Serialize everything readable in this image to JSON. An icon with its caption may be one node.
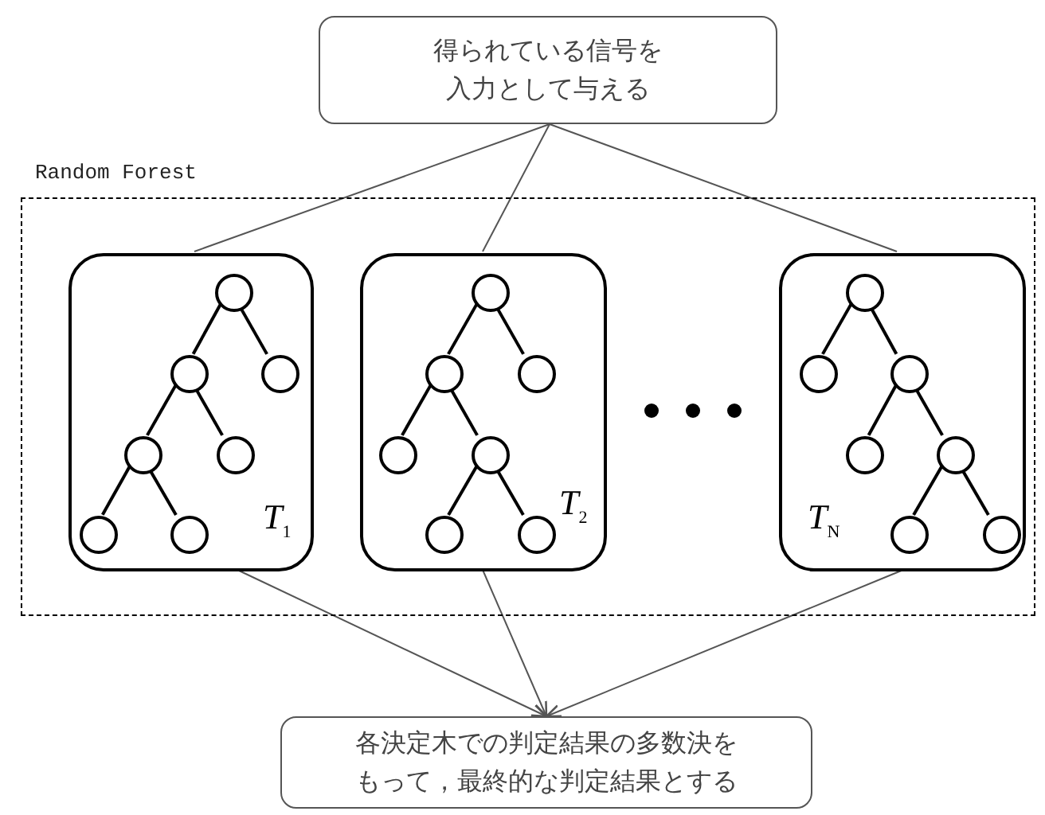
{
  "diagram": {
    "nodes": [
      {
        "text": [
          "得られている信号を入力として与える"
        ]
      },
      {
        "text": [
          "Random Forest"
        ]
      },
      {
        "text": [
          "*T*$_{1}$"
        ],
        "in": 1
      },
      {
        "text": [],
        "shape": "circle",
        "in": 2
      },
      {
        "text": [],
        "shape": "circle",
        "in": 2
      },
      {
        "text": [],
        "shape": "circle",
        "in": 2
      },
      {
        "text": [],
        "shape": "circle",
        "in": 2
      },
      {
        "text": [],
        "shape": "circle",
        "in": 2
      },
      {
        "text": [],
        "shape": "circle",
        "in": 2
      },
      {
        "text": [],
        "shape": "circle",
        "in": 2
      },
      {
        "text": [
          "*T*$_{2}$"
        ],
        "in": 1
      },
      {
        "text": [],
        "shape": "circle",
        "in": 10
      },
      {
        "text": [],
        "shape": "circle",
        "in": 10
      },
      {
        "text": [],
        "shape": "circle",
        "in": 10
      },
      {
        "text": [],
        "shape": "circle",
        "in": 10
      },
      {
        "text": [],
        "shape": "circle",
        "in": 10
      },
      {
        "text": [],
        "shape": "circle",
        "in": 10
      },
      {
        "text": [],
        "shape": "circle",
        "in": 10
      },
      {
        "text": [
          "*T*$_{N}$"
        ],
        "in": 1
      },
      {
        "text": [],
        "shape": "circle",
        "in": 18
      },
      {
        "text": [],
        "shape": "circle",
        "in": 18
      },
      {
        "text": [],
        "shape": "circle",
        "in": 18
      },
      {
        "text": [],
        "shape": "circle",
        "in": 18
      },
      {
        "text": [],
        "shape": "circle",
        "in": 18
      },
      {
        "text": [],
        "shape": "circle",
        "in": 18
      },
      {
        "text": [],
        "shape": "circle",
        "in": 18
      },
      {
        "text": [
          "各決定木での判定結果の多数決をもって，最終的な判定結果とする"
        ]
      }
    ],
    "edges": [
      {
        "from": 0,
        "to": 2,
        "arrow": "none"
      },
      {
        "from": 0,
        "to": 10,
        "arrow": "none"
      },
      {
        "from": 0,
        "to": 18,
        "arrow": "none"
      },
      {
        "from": 3,
        "to": 4,
        "arrow": "none"
      },
      {
        "from": 3,
        "to": 5,
        "arrow": "none"
      },
      {
        "from": 4,
        "to": 6,
        "arrow": "none"
      },
      {
        "from": 4,
        "to": 7,
        "arrow": "none"
      },
      {
        "from": 6,
        "to": 8,
        "arrow": "none"
      },
      {
        "from": 6,
        "to": 9,
        "arrow": "none"
      },
      {
        "from": 11,
        "to": 12,
        "arrow": "none"
      },
      {
        "from": 11,
        "to": 13,
        "arrow": "none"
      },
      {
        "from": 12,
        "to": 14,
        "arrow": "none"
      },
      {
        "from": 12,
        "to": 15,
        "arrow": "none"
      },
      {
        "from": 15,
        "to": 16,
        "arrow": "none"
      },
      {
        "from": 15,
        "to": 17,
        "arrow": "none"
      },
      {
        "from": 19,
        "to": 20,
        "arrow": "none"
      },
      {
        "from": 19,
        "to": 21,
        "arrow": "none"
      },
      {
        "from": 21,
        "to": 22,
        "arrow": "none"
      },
      {
        "from": 21,
        "to": 23,
        "arrow": "none"
      },
      {
        "from": 23,
        "to": 24,
        "arrow": "none"
      },
      {
        "from": 23,
        "to": 25,
        "arrow": "none"
      },
      {
        "from": 2,
        "to": 26,
        "arrow": "to"
      },
      {
        "from": 10,
        "to": 26,
        "arrow": "to"
      },
      {
        "from": 18,
        "to": 26,
        "arrow": "to"
      }
    ]
  }
}
